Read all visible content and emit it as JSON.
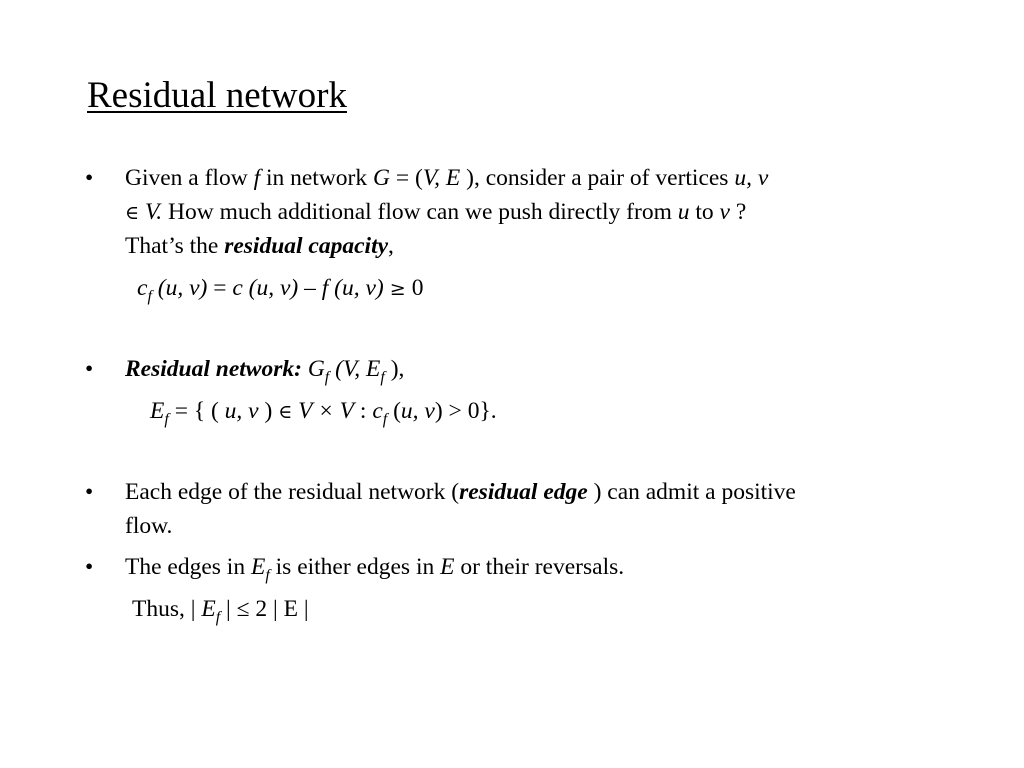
{
  "title": "Residual network",
  "bullet": "•",
  "b1": {
    "l1_a": "Given a flow ",
    "l1_f": "f",
    "l1_b": "  in network ",
    "l1_G": "G",
    "l1_c": " = (",
    "l1_V": "V",
    "l1_comma": ", ",
    "l1_E": "E",
    "l1_d": " ), consider a pair of vertices ",
    "l1_uv": "u, v",
    "l2_in": "∈",
    "l2_V": " V.",
    "l2_a": "  How much additional flow can we push directly from ",
    "l2_u": "u",
    "l2_to": " to ",
    "l2_v": "v",
    "l2_q": " ?",
    "l3_a": "That’s the ",
    "l3_rc": "residual capacity",
    "l3_comma": ",",
    "f_c": "c",
    "f_sub": "f",
    "f_uv": " (u, v)",
    "f_eq": " = ",
    "f_rest": "c (u, v) – f (u, v)",
    "f_geq": " ≥ ",
    "f_zero": "0"
  },
  "b2": {
    "label": "Residual network:",
    "G": " G",
    "sub": "f",
    "paren": " (V, E",
    "sub2": "f",
    "close": " ),",
    "e_E": "E",
    "e_sub": "f",
    "e_a": " = { ( ",
    "e_uv": "u, v",
    "e_b": " ) ",
    "e_in": "∈",
    "e_VxV": " V × V",
    "e_colon": " : ",
    "e_c": "c",
    "e_sub2": "f",
    "e_c2": " (",
    "e_uv2": "u, v",
    "e_end": ") > 0}."
  },
  "b3": {
    "a": "Each edge of the residual network (",
    "re": "residual edge",
    "b": " ) can admit a positive",
    "l2": "flow."
  },
  "b4": {
    "a": "The edges in ",
    "E": "E",
    "sub": "f",
    "b": " is either edges in ",
    "E2": "E",
    "c": " or their reversals.",
    "t_a": "Thus, | ",
    "t_E": "E",
    "t_sub": "f",
    "t_b": " |  ≤ 2 | E |"
  }
}
